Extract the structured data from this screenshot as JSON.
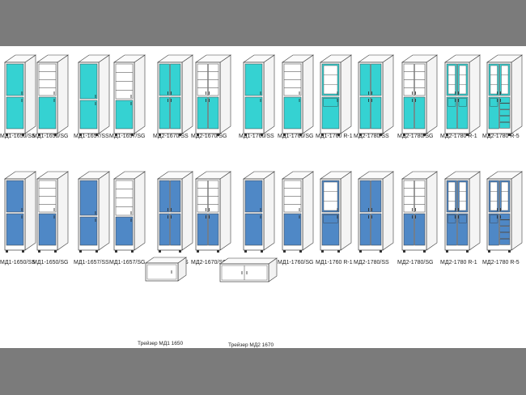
{
  "colors": {
    "row1_fill": "#35d2d2",
    "row2_fill": "#4f88c6",
    "frame": "#ffffff",
    "outline": "#3a3a3a",
    "band": "#7b7b7b"
  },
  "rows": [
    {
      "fill": "cyan",
      "items": [
        {
          "label": "МД1-1650/SS",
          "type": "1650SS"
        },
        {
          "label": "МД1-1650/SG",
          "type": "1650SG"
        },
        {
          "label": "МД1-1657/SS",
          "type": "1657SS"
        },
        {
          "label": "МД1-1657/SG",
          "type": "1657SG"
        },
        {
          "label": "МД2-1670/SS",
          "type": "1670SS"
        },
        {
          "label": "МД2-1670/SG",
          "type": "1670SG"
        },
        {
          "label": "МД1-1760/SS",
          "type": "1760SS"
        },
        {
          "label": "МД1-1760/SG",
          "type": "1760SG"
        },
        {
          "label": "МД1-1760 R-1",
          "type": "1760R1"
        },
        {
          "label": "МД2-1780/SS",
          "type": "1780SS"
        },
        {
          "label": "МД2-1780/SG",
          "type": "1780SG"
        },
        {
          "label": "МД2-1780 R-1",
          "type": "1780R1"
        },
        {
          "label": "МД2-1780 R-5",
          "type": "1780R5"
        }
      ]
    },
    {
      "fill": "blue",
      "items": [
        {
          "label": "МД1-1650/SS",
          "type": "1650SS"
        },
        {
          "label": "МД1-1650/SG",
          "type": "1650SG"
        },
        {
          "label": "МД1-1657/SS",
          "type": "1657SS"
        },
        {
          "label": "МД1-1657/SG",
          "type": "1657SG"
        },
        {
          "label": "МД2-1670/SS",
          "type": "1670SS"
        },
        {
          "label": "МД2-1670/SG",
          "type": "1670SG"
        },
        {
          "label": "МД1-1760/SS",
          "type": "1760SS"
        },
        {
          "label": "МД1-1760/SG",
          "type": "1760SG"
        },
        {
          "label": "МД1-1760 R-1",
          "type": "1760R1"
        },
        {
          "label": "МД2-1780/SS",
          "type": "1780SS"
        },
        {
          "label": "МД2-1780/SG",
          "type": "1780SG"
        },
        {
          "label": "МД2-1780 R-1",
          "type": "1780R1"
        },
        {
          "label": "МД2-1780 R-5",
          "type": "1780R5"
        }
      ]
    }
  ],
  "trays": [
    {
      "label": "Трейзер МД1 1650",
      "doors": 1
    },
    {
      "label": "Трейзер МД2 1670",
      "doors": 2
    }
  ]
}
